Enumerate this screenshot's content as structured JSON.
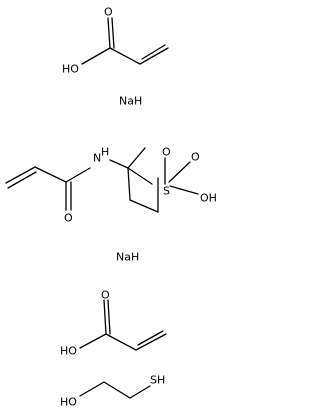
{
  "components": {
    "acrylic_acid_1": {
      "hydroxyl": "HO",
      "carbonyl_oxygen": "O"
    },
    "sodium_hydride_1": {
      "formula": "NaH"
    },
    "amps": {
      "amide_nitrogen": "N",
      "amide_hydrogen": "H",
      "amide_oxygen": "O",
      "sulfur": "S",
      "sulfonyl_oxygen_1": "O",
      "sulfonyl_oxygen_2": "O",
      "hydroxyl": "OH"
    },
    "sodium_hydride_2": {
      "formula": "NaH"
    },
    "acrylic_acid_2": {
      "hydroxyl": "HO",
      "carbonyl_oxygen": "O"
    },
    "mercaptoethanol": {
      "hydroxyl": "HO",
      "thiol": "SH"
    }
  }
}
